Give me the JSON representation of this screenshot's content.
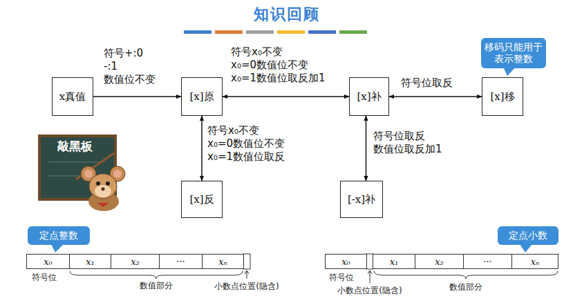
{
  "diagram": {
    "title": "知识回顾",
    "nodes": [
      {
        "text": [
          "移码只能用于表示整数"
        ]
      },
      {
        "text": [
          "x真值"
        ]
      },
      {
        "text": [
          "[x]原"
        ]
      },
      {
        "text": [
          "[x]补"
        ]
      },
      {
        "text": [
          "[x]移"
        ]
      },
      {
        "text": [
          "[x]反"
        ]
      },
      {
        "text": [
          "[-x]补"
        ]
      },
      {
        "text": [
          "定点整数"
        ]
      },
      {
        "text": [
          "定点小数"
        ]
      },
      {
        "text": [
          "x₀"
        ]
      },
      {
        "text": [
          "x₁"
        ]
      },
      {
        "text": [
          "x₂"
        ]
      },
      {
        "text": [
          "···"
        ]
      },
      {
        "text": [
          "xₙ"
        ]
      },
      {
        "text": [
          "x₀"
        ]
      },
      {
        "text": [
          "x₁"
        ]
      },
      {
        "text": [
          "x₂"
        ]
      },
      {
        "text": [
          "···"
        ]
      },
      {
        "text": [
          "xₙ"
        ]
      }
    ],
    "edges": [
      {
        "from": 1,
        "to": 2,
        "arrow": "to",
        "label": "符号+:0 -:1 数值位不变"
      },
      {
        "from": 2,
        "to": 3,
        "arrow": "both",
        "label": "符号x₀不变 x₀=0数值位不变 x₀=1数值位取反加1"
      },
      {
        "from": 3,
        "to": 4,
        "arrow": "both",
        "label": "符号位取反"
      },
      {
        "from": 2,
        "to": 5,
        "arrow": "both",
        "label": "符号x₀不变 x₀=0数值位不变 x₀=1数值位取反"
      },
      {
        "from": 3,
        "to": 6,
        "arrow": "both",
        "label": "符号位取反 数值位取反加1"
      }
    ],
    "labels": [
      "敲黑板",
      "符号位",
      "数值部分",
      "小数点位置(隐含)",
      "符号位",
      "小数点位置(隐含)",
      "数值部分"
    ]
  }
}
